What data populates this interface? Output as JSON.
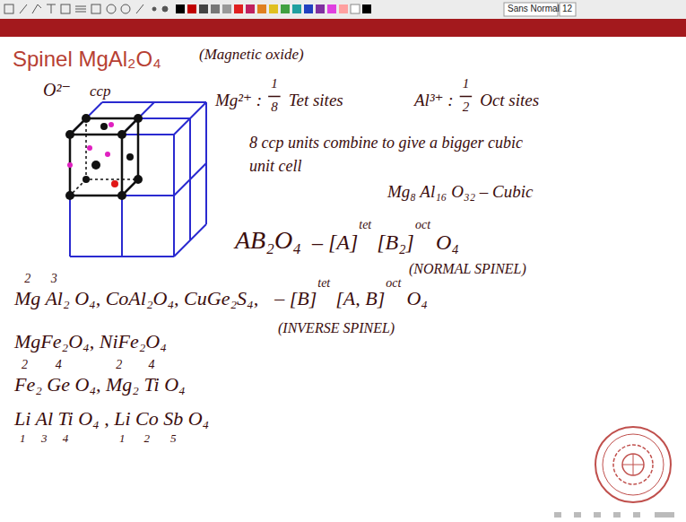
{
  "diagram": {
    "title": "Spinel MgAl₂O₄",
    "labels": [
      "Sans Normal",
      "12",
      "(Magnetic oxide)",
      "O²⁻",
      "ccp",
      "Mg²⁺ :",
      "1",
      "8",
      "Tet sites",
      "Al³⁺ :",
      "1",
      "2",
      "Oct sites",
      "8 ccp units combine to give a bigger cubic unit cell",
      "Mg₈ Al₁₆ O₃₂ – Cubic",
      "AB₂O₄",
      "– [A]",
      "tet",
      "[B₂]",
      "oct",
      "O₄",
      "(NORMAL SPINEL)",
      "2",
      "3",
      "Mg Al₂ O₄, CoAl₂O₄, CuGe₂S₄,",
      "– [B]",
      "tet",
      "[A, B]",
      "oct",
      "O₄",
      "(INVERSE SPINEL)",
      "MgFe₂O₄, NiFe₂O₄",
      "2",
      "4",
      "2",
      "4",
      "Fe₂ Ge O₄, Mg₂ Ti O₄",
      "1",
      "3",
      "4",
      "1",
      "2",
      "5",
      "Li Al Ti O₄ , Li Co Sb O₄"
    ]
  }
}
